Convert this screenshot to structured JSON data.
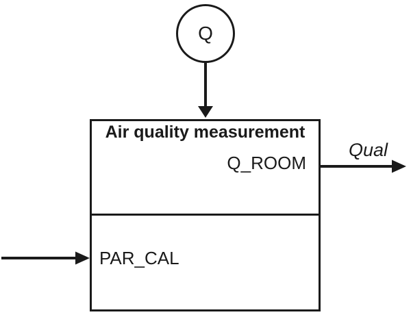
{
  "diagram": {
    "background_color": "#ffffff",
    "line_color": "#1a1a1a",
    "source_node": {
      "label": "Q"
    },
    "block": {
      "title": "Air quality measurement",
      "output_port": "Q_ROOM",
      "parameter_port": "PAR_CAL"
    },
    "output_arrow": {
      "label": "Qual"
    }
  }
}
